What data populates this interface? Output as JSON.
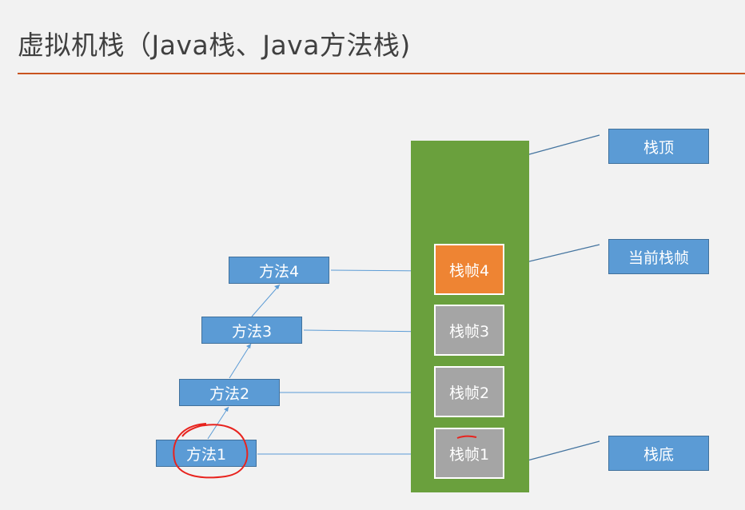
{
  "title": "虚拟机栈（Java栈、Java方法栈)",
  "methods": [
    "方法1",
    "方法2",
    "方法3",
    "方法4"
  ],
  "frames": [
    "栈帧1",
    "栈帧2",
    "栈帧3",
    "栈帧4"
  ],
  "labels": {
    "top": "栈顶",
    "current": "当前栈帧",
    "bottom": "栈底"
  },
  "colors": {
    "stack": "#6aa03d",
    "frame": "#a5a5a5",
    "current_frame": "#ee8433",
    "box": "#5b9bd5",
    "title_rule": "#c9541f",
    "annotation": "#e8231e"
  }
}
